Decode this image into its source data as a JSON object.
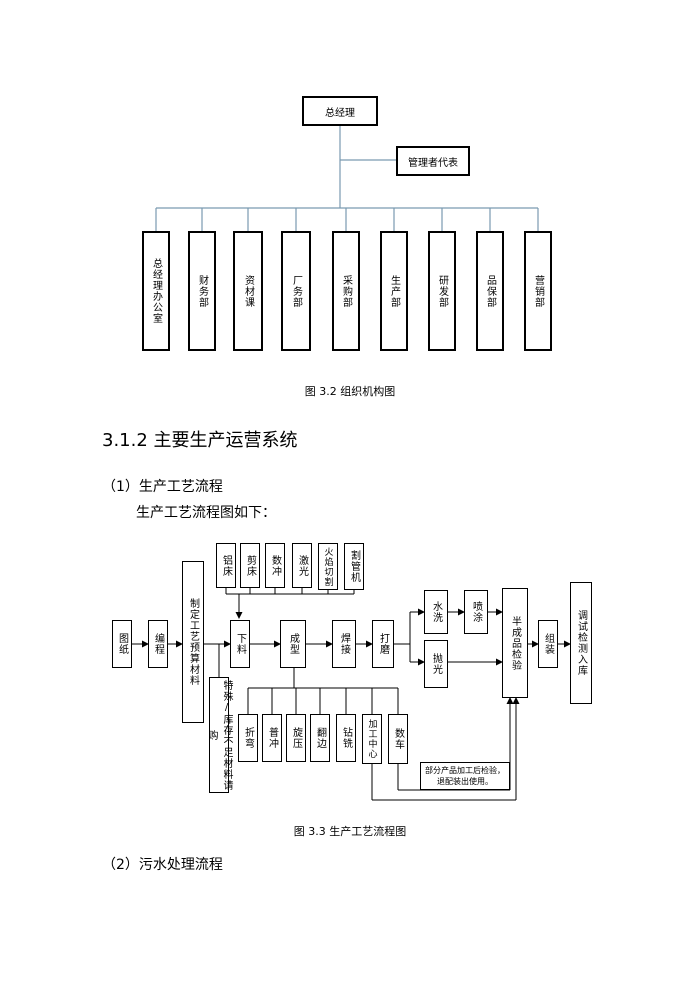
{
  "org_chart": {
    "top": "总经理",
    "rep": "管理者代表",
    "departments": [
      "总经理办公室",
      "财务部",
      "资材课",
      "厂务部",
      "采购部",
      "生产部",
      "研发部",
      "品保部",
      "营销部"
    ]
  },
  "caption_3_2": "图 3.2 组织机构图",
  "section_heading": "3.1.2 主要生产运营系统",
  "sub1_heading": "（1）生产工艺流程",
  "sub1_intro": "生产工艺流程图如下：",
  "flow": {
    "drawing": "图纸",
    "coding": "编程",
    "plan": "制定工艺预算材料",
    "special": "特殊/库存不足材料请购",
    "cut_tools": [
      "铝床",
      "剪床",
      "数冲",
      "激光",
      "火焰切割",
      "割管机"
    ],
    "cutting": "下料",
    "forming": "成型",
    "form_tools": [
      "折弯",
      "普冲",
      "旋压",
      "翻边",
      "钻铣",
      "加工中心",
      "数车"
    ],
    "welding": "焊接",
    "grinding": "打磨",
    "wash": "水洗",
    "spray": "喷涂",
    "polish": "抛光",
    "semi": "半成品检验",
    "assembly": "组装",
    "final": "调试检测入库",
    "note": "部分产品加工后检验，退配装出使用。"
  },
  "caption_3_3": "图 3.3 生产工艺流程图",
  "sub2_heading": "（2）污水处理流程"
}
